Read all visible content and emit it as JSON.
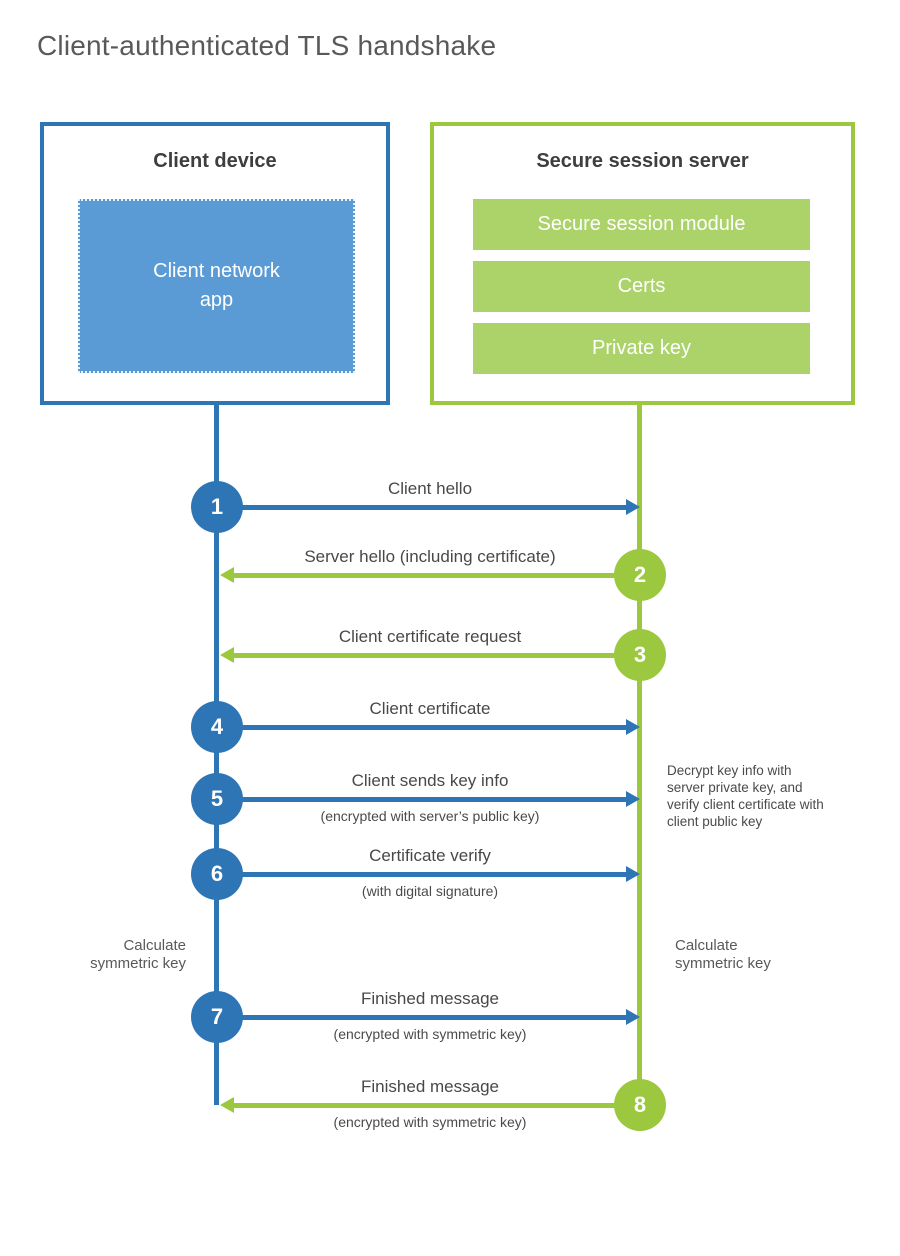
{
  "page": {
    "title": "Client-authenticated TLS handshake"
  },
  "colors": {
    "blue": "#2E75B6",
    "blue_light": "#5B9BD5",
    "green": "#9BC83E",
    "green_light": "#ABD36A"
  },
  "client": {
    "title": "Client device",
    "app_label": "Client network\napp"
  },
  "server": {
    "title": "Secure session server",
    "modules": [
      "Secure session module",
      "Certs",
      "Private key"
    ]
  },
  "steps": [
    {
      "number": "1",
      "label": "Client hello",
      "sublabel": "",
      "direction": "right",
      "from": "client"
    },
    {
      "number": "2",
      "label": "Server hello (including certificate)",
      "sublabel": "",
      "direction": "left",
      "from": "server"
    },
    {
      "number": "3",
      "label": "Client certificate request",
      "sublabel": "",
      "direction": "left",
      "from": "server"
    },
    {
      "number": "4",
      "label": "Client certificate",
      "sublabel": "",
      "direction": "right",
      "from": "client"
    },
    {
      "number": "5",
      "label": "Client sends key info",
      "sublabel": "(encrypted with server’s public key)",
      "direction": "right",
      "from": "client"
    },
    {
      "number": "6",
      "label": "Certificate verify",
      "sublabel": "(with digital signature)",
      "direction": "right",
      "from": "client"
    },
    {
      "number": "7",
      "label": "Finished message",
      "sublabel": "(encrypted with symmetric key)",
      "direction": "right",
      "from": "client"
    },
    {
      "number": "8",
      "label": "Finished message",
      "sublabel": "(encrypted with symmetric key)",
      "direction": "left",
      "from": "server"
    }
  ],
  "annotations": {
    "server_note": "Decrypt key info with server private key, and verify client certificate with client public key",
    "calc_left": "Calculate\nsymmetric key",
    "calc_right": "Calculate\nsymmetric key"
  }
}
